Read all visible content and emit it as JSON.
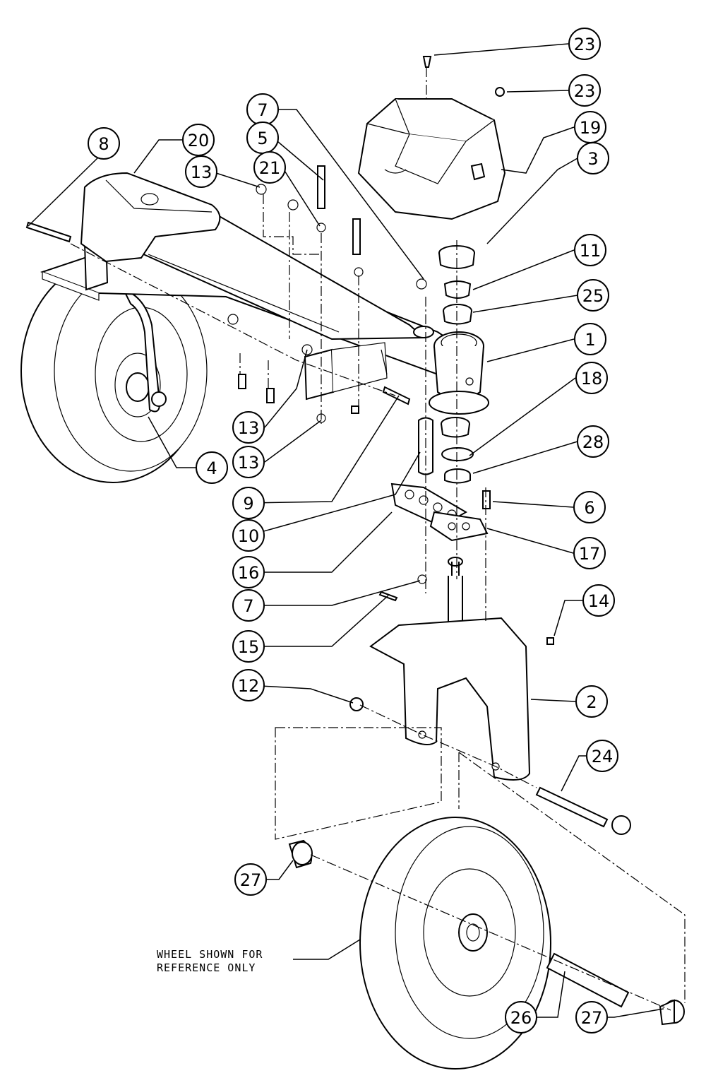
{
  "diagram": {
    "callouts": [
      {
        "id": "c23a",
        "num": "23"
      },
      {
        "id": "c23b",
        "num": "23"
      },
      {
        "id": "c19",
        "num": "19"
      },
      {
        "id": "c3",
        "num": "3"
      },
      {
        "id": "c11",
        "num": "11"
      },
      {
        "id": "c25",
        "num": "25"
      },
      {
        "id": "c1",
        "num": "1"
      },
      {
        "id": "c18",
        "num": "18"
      },
      {
        "id": "c28",
        "num": "28"
      },
      {
        "id": "c6",
        "num": "6"
      },
      {
        "id": "c17",
        "num": "17"
      },
      {
        "id": "c14",
        "num": "14"
      },
      {
        "id": "c2",
        "num": "2"
      },
      {
        "id": "c24",
        "num": "24"
      },
      {
        "id": "c8",
        "num": "8"
      },
      {
        "id": "c20",
        "num": "20"
      },
      {
        "id": "c7a",
        "num": "7"
      },
      {
        "id": "c5",
        "num": "5"
      },
      {
        "id": "c13a",
        "num": "13"
      },
      {
        "id": "c21",
        "num": "21"
      },
      {
        "id": "c13b",
        "num": "13"
      },
      {
        "id": "c13c",
        "num": "13"
      },
      {
        "id": "c4",
        "num": "4"
      },
      {
        "id": "c9",
        "num": "9"
      },
      {
        "id": "c10",
        "num": "10"
      },
      {
        "id": "c16",
        "num": "16"
      },
      {
        "id": "c7b",
        "num": "7"
      },
      {
        "id": "c15",
        "num": "15"
      },
      {
        "id": "c12",
        "num": "12"
      },
      {
        "id": "c27a",
        "num": "27"
      },
      {
        "id": "c26",
        "num": "26"
      },
      {
        "id": "c27b",
        "num": "27"
      }
    ],
    "note": {
      "line1": "WHEEL SHOWN FOR",
      "line2": "REFERENCE ONLY"
    }
  }
}
